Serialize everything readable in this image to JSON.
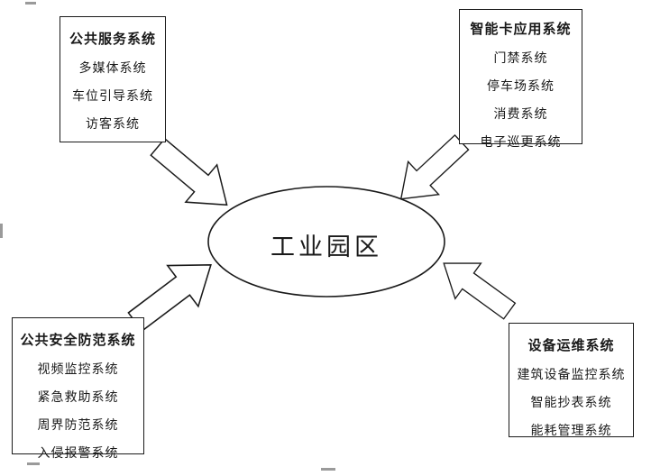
{
  "center": {
    "label": "工业园区"
  },
  "boxes": {
    "top_left": {
      "title": "公共服务系统",
      "items": [
        "多媒体系统",
        "车位引导系统",
        "访客系统"
      ]
    },
    "top_right": {
      "title": "智能卡应用系统",
      "items": [
        "门禁系统",
        "停车场系统",
        "消费系统",
        "电子巡更系统"
      ]
    },
    "bottom_left": {
      "title": "公共安全防范系统",
      "items": [
        "视频监控系统",
        "紧急救助系统",
        "周界防范系统",
        "入侵报警系统"
      ]
    },
    "bottom_right": {
      "title": "设备运维系统",
      "items": [
        "建筑设备监控系统",
        "智能抄表系统",
        "能耗管理系统"
      ]
    }
  },
  "colors": {
    "stroke": "#1a1a1a",
    "background": "#ffffff"
  }
}
